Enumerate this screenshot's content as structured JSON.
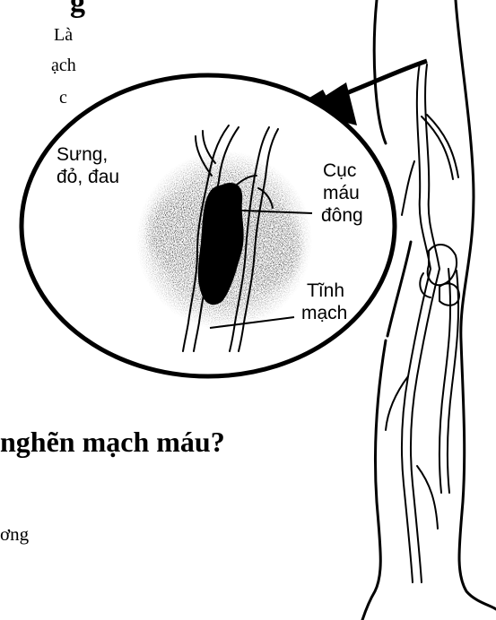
{
  "document": {
    "top_heading_fragment": "g",
    "body_fragments_top": [
      "Là",
      "ạch",
      "c"
    ],
    "section_heading": "nghẽn mạch máu?",
    "body_fragment_bottom": "ơng"
  },
  "diagram": {
    "labels": {
      "symptoms": [
        "Sưng,",
        "đỏ, đau"
      ],
      "clot": [
        "Cục",
        "máu",
        "đông"
      ],
      "vein": [
        "Tĩnh",
        "mạch"
      ]
    },
    "colors": {
      "ink": "#000000",
      "paper": "#ffffff",
      "bruise": "#555555"
    }
  }
}
